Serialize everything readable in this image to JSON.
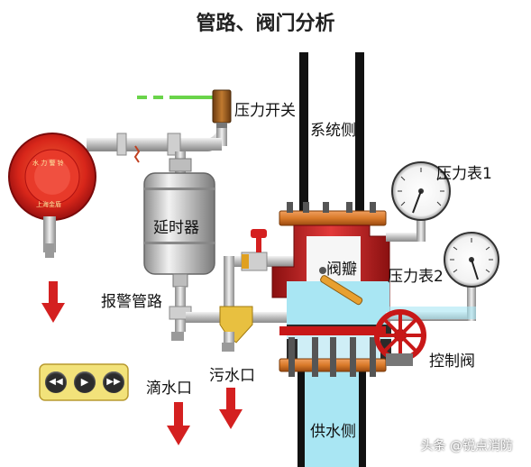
{
  "title": "管路、阀门分析",
  "labels": {
    "pressure_switch": "压力开关",
    "system_side": "系统侧",
    "pressure_gauge_1": "压力表1",
    "pressure_gauge_2": "压力表2",
    "retard_chamber": "延时器",
    "alarm_pipe": "报警管路",
    "clapper": "阀瓣",
    "control_valve": "控制阀",
    "drip_outlet": "滴水口",
    "drain_outlet": "污水口",
    "water_supply_side": "供水侧"
  },
  "bell_text": {
    "top": "水 力 警 铃",
    "bottom": "上海金盾"
  },
  "watermark": "头条 @锐点消防",
  "colors": {
    "water": "#a9e6f3",
    "pipe": "#d8d8d8",
    "flange": "#d97a2a",
    "valve_red": "#d12a2a",
    "arrow_red": "#d42020"
  },
  "icons": {
    "controls": [
      "rewind-icon",
      "play-icon",
      "fast-forward-icon"
    ]
  }
}
